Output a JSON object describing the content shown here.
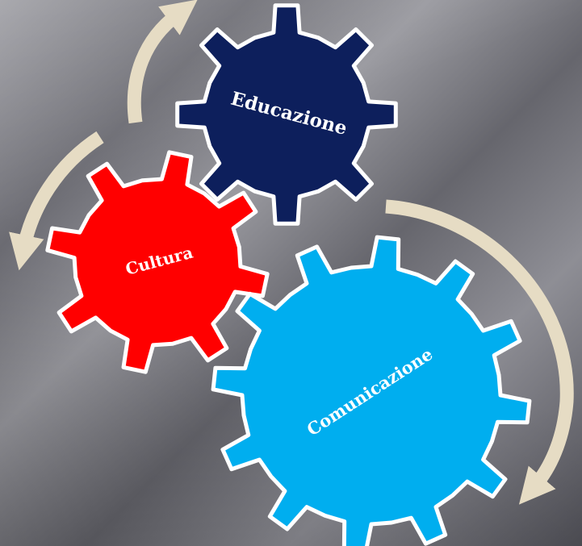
{
  "gears": [
    {
      "id": "educazione",
      "label": "Educazione",
      "fill": "#0d1f5c",
      "stroke": "#ffffff",
      "label_color": "#ffffff"
    },
    {
      "id": "cultura",
      "label": "Cultura",
      "fill": "#ff0000",
      "stroke": "#ffffff",
      "label_color": "#ffffff"
    },
    {
      "id": "comunicazione",
      "label": "Comunicazione",
      "fill": "#00aeef",
      "stroke": "#ffffff",
      "label_color": "#ffffff"
    }
  ],
  "arrows": {
    "color": "#e6dcc4",
    "count": 3
  },
  "background": {
    "colors": [
      "#9b9ba1",
      "#6d6d74",
      "#4f4f56"
    ]
  }
}
